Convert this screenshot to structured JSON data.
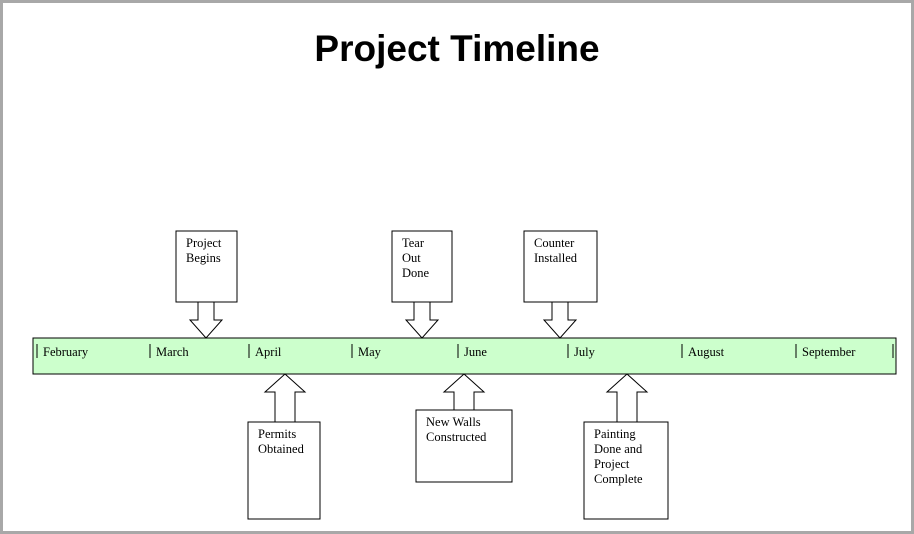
{
  "title": "Project Timeline",
  "colors": {
    "bar_fill": "#ccffcc",
    "frame": "#a8a8a8",
    "stroke": "#000000"
  },
  "months": [
    "February",
    "March",
    "April",
    "May",
    "June",
    "July",
    "August",
    "September"
  ],
  "callouts_above": [
    {
      "lines": [
        "Project",
        "Begins"
      ]
    },
    {
      "lines": [
        "Tear",
        "Out",
        "Done"
      ]
    },
    {
      "lines": [
        "Counter",
        "Installed"
      ]
    }
  ],
  "callouts_below": [
    {
      "lines": [
        "Permits",
        "Obtained"
      ]
    },
    {
      "lines": [
        "New Walls",
        "Constructed"
      ]
    },
    {
      "lines": [
        "Painting",
        "Done and",
        "Project",
        "Complete"
      ]
    }
  ]
}
